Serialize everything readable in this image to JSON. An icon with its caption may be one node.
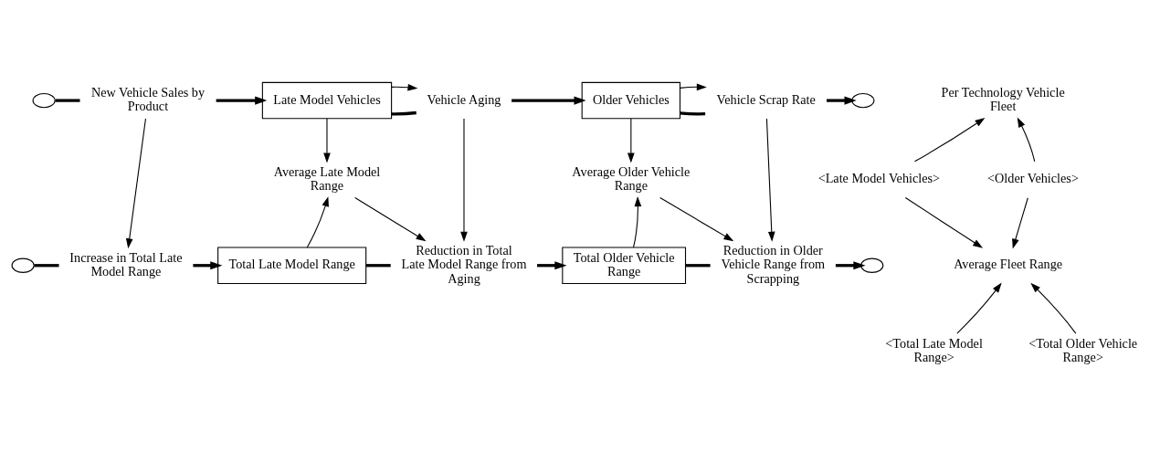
{
  "diagram": {
    "nodes": [
      {
        "text": [],
        "shape": "cloud"
      },
      {
        "text": [
          "New Vehicle Sales by Product"
        ]
      },
      {
        "text": [
          "Late Model Vehicles"
        ]
      },
      {
        "text": [
          "Vehicle Aging"
        ]
      },
      {
        "text": [
          "Older Vehicles"
        ]
      },
      {
        "text": [
          "Vehicle Scrap Rate"
        ]
      },
      {
        "text": [],
        "shape": "cloud"
      },
      {
        "text": [
          "Average Late Model Range"
        ]
      },
      {
        "text": [
          "Average Older Vehicle Range"
        ]
      },
      {
        "text": [],
        "shape": "cloud"
      },
      {
        "text": [
          "Increase in Total Late Model Range"
        ]
      },
      {
        "text": [
          "Total Late Model Range"
        ]
      },
      {
        "text": [
          "Reduction in Total Late Model Range from Aging"
        ]
      },
      {
        "text": [
          "Total Older Vehicle Range"
        ]
      },
      {
        "text": [
          "Reduction in Older Vehicle Range from Scrapping"
        ]
      },
      {
        "text": [],
        "shape": "cloud"
      },
      {
        "text": [
          "Per Technology Vehicle Fleet"
        ]
      },
      {
        "text": [
          "<Late Model Vehicles>"
        ]
      },
      {
        "text": [
          "<Older Vehicles>"
        ]
      },
      {
        "text": [
          "Average Fleet Range"
        ]
      },
      {
        "text": [
          "<Total Late Model Range>"
        ]
      },
      {
        "text": [
          "<Total Older Vehicle Range>"
        ]
      }
    ],
    "edges": [
      {
        "from": 0,
        "to": 1,
        "arrow": "none",
        "style": "thick"
      },
      {
        "from": 1,
        "to": 2,
        "arrow": "to",
        "style": "thick"
      },
      {
        "from": 2,
        "to": 3,
        "arrow": "none",
        "style": "thick"
      },
      {
        "from": 3,
        "to": 4,
        "arrow": "to",
        "style": "thick"
      },
      {
        "from": 4,
        "to": 5,
        "arrow": "none",
        "style": "thick"
      },
      {
        "from": 5,
        "to": 6,
        "arrow": "to",
        "style": "thick"
      },
      {
        "from": 9,
        "to": 10,
        "arrow": "none",
        "style": "thick"
      },
      {
        "from": 10,
        "to": 11,
        "arrow": "to",
        "style": "thick"
      },
      {
        "from": 11,
        "to": 12,
        "arrow": "none",
        "style": "thick"
      },
      {
        "from": 12,
        "to": 13,
        "arrow": "to",
        "style": "thick"
      },
      {
        "from": 13,
        "to": 14,
        "arrow": "none",
        "style": "thick"
      },
      {
        "from": 14,
        "to": 15,
        "arrow": "to",
        "style": "thick"
      },
      {
        "from": 2,
        "to": 3,
        "arrow": "to"
      },
      {
        "from": 2,
        "to": 7,
        "arrow": "to"
      },
      {
        "from": 4,
        "to": 5,
        "arrow": "to"
      },
      {
        "from": 4,
        "to": 8,
        "arrow": "to"
      },
      {
        "from": 1,
        "to": 10,
        "arrow": "to"
      },
      {
        "from": 3,
        "to": 12,
        "arrow": "to"
      },
      {
        "from": 7,
        "to": 12,
        "arrow": "to"
      },
      {
        "from": 11,
        "to": 7,
        "arrow": "to"
      },
      {
        "from": 5,
        "to": 14,
        "arrow": "to"
      },
      {
        "from": 8,
        "to": 14,
        "arrow": "to"
      },
      {
        "from": 13,
        "to": 8,
        "arrow": "to"
      },
      {
        "from": 17,
        "to": 16,
        "arrow": "to"
      },
      {
        "from": 18,
        "to": 16,
        "arrow": "to"
      },
      {
        "from": 17,
        "to": 19,
        "arrow": "to"
      },
      {
        "from": 18,
        "to": 19,
        "arrow": "to"
      },
      {
        "from": 20,
        "to": 19,
        "arrow": "to"
      },
      {
        "from": 21,
        "to": 19,
        "arrow": "to"
      }
    ]
  }
}
